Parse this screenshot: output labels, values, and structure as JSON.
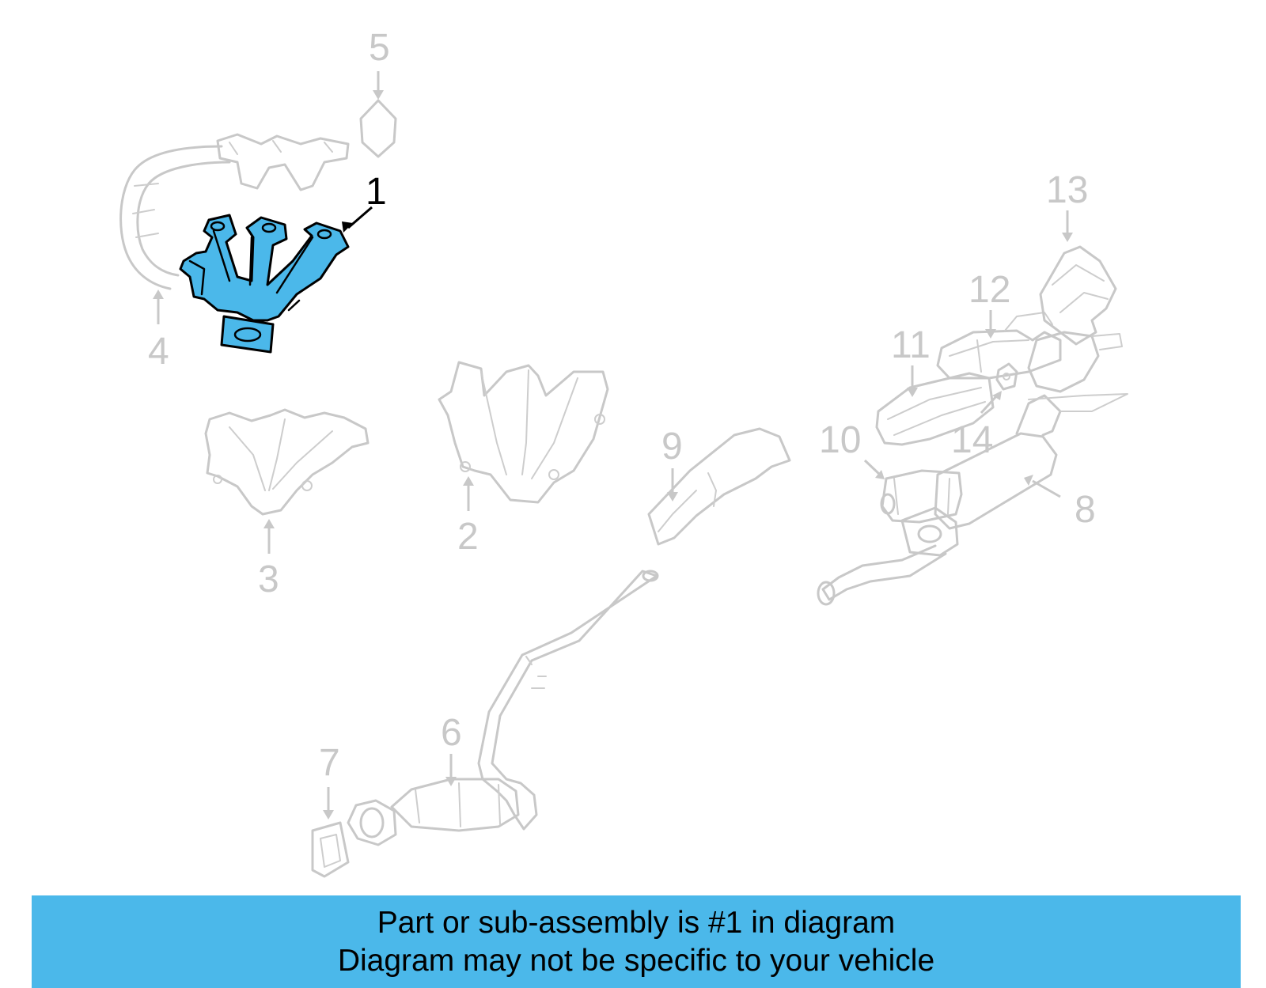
{
  "diagram": {
    "callouts": [
      {
        "id": "1",
        "label": "1",
        "highlighted": true
      },
      {
        "id": "2",
        "label": "2"
      },
      {
        "id": "3",
        "label": "3"
      },
      {
        "id": "4",
        "label": "4"
      },
      {
        "id": "5",
        "label": "5"
      },
      {
        "id": "6",
        "label": "6"
      },
      {
        "id": "7",
        "label": "7"
      },
      {
        "id": "8",
        "label": "8"
      },
      {
        "id": "9",
        "label": "9"
      },
      {
        "id": "10",
        "label": "10"
      },
      {
        "id": "11",
        "label": "11"
      },
      {
        "id": "12",
        "label": "12"
      },
      {
        "id": "13",
        "label": "13"
      },
      {
        "id": "14",
        "label": "14"
      }
    ],
    "highlight_color": "#4bb8ea",
    "ghost_color": "#c8c8c8"
  },
  "banner": {
    "line1": "Part or sub-assembly is #1 in diagram",
    "line2": "Diagram may not be specific to your vehicle",
    "background": "#4bb8ea"
  }
}
